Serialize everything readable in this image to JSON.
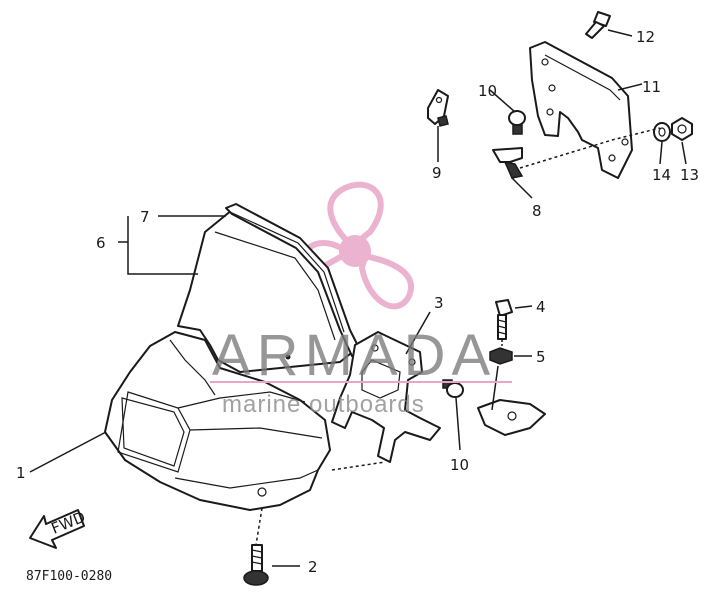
{
  "callouts": {
    "c1": "1",
    "c2": "2",
    "c3": "3",
    "c4": "4",
    "c5": "5",
    "c6": "6",
    "c7": "7",
    "c8": "8",
    "c9": "9",
    "c10a": "10",
    "c10b": "10",
    "c11": "11",
    "c12": "12",
    "c13": "13",
    "c14": "14"
  },
  "fwd_label": "FWD",
  "drawing_code": "87F100-0280",
  "watermark": {
    "brand": "ARMADA",
    "tagline": "marine outboards",
    "accent_color": "#e8a6c8"
  }
}
